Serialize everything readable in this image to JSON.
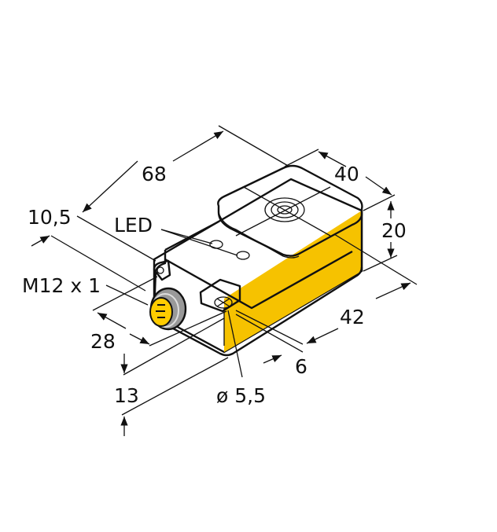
{
  "drawing": {
    "title": "Inductive sensor dimension drawing",
    "body_color": "#FFCC00",
    "line_color": "#111111",
    "background": "#FFFFFF"
  },
  "dimensions": {
    "length": "68",
    "width": "40",
    "height": "20",
    "offset_top": "10,5",
    "connector": "M12 x 1",
    "led": "LED",
    "depth_connector": "28",
    "mount_spacing": "42",
    "hole_offset": "6",
    "bottom_offset": "13",
    "hole_diameter": "ø 5,5"
  }
}
